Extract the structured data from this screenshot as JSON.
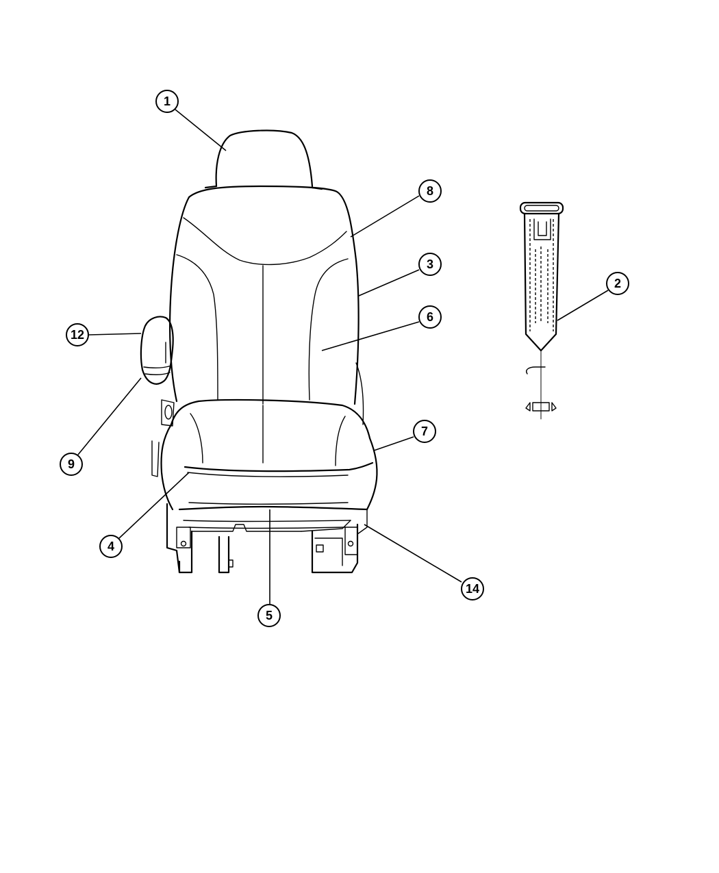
{
  "callouts": [
    {
      "id": "c1",
      "label": "1"
    },
    {
      "id": "c8",
      "label": "8"
    },
    {
      "id": "c3",
      "label": "3"
    },
    {
      "id": "c6",
      "label": "6"
    },
    {
      "id": "c2",
      "label": "2"
    },
    {
      "id": "c12",
      "label": "12"
    },
    {
      "id": "c9",
      "label": "9"
    },
    {
      "id": "c7",
      "label": "7"
    },
    {
      "id": "c4",
      "label": "4"
    },
    {
      "id": "c14",
      "label": "14"
    },
    {
      "id": "c5",
      "label": "5"
    }
  ]
}
